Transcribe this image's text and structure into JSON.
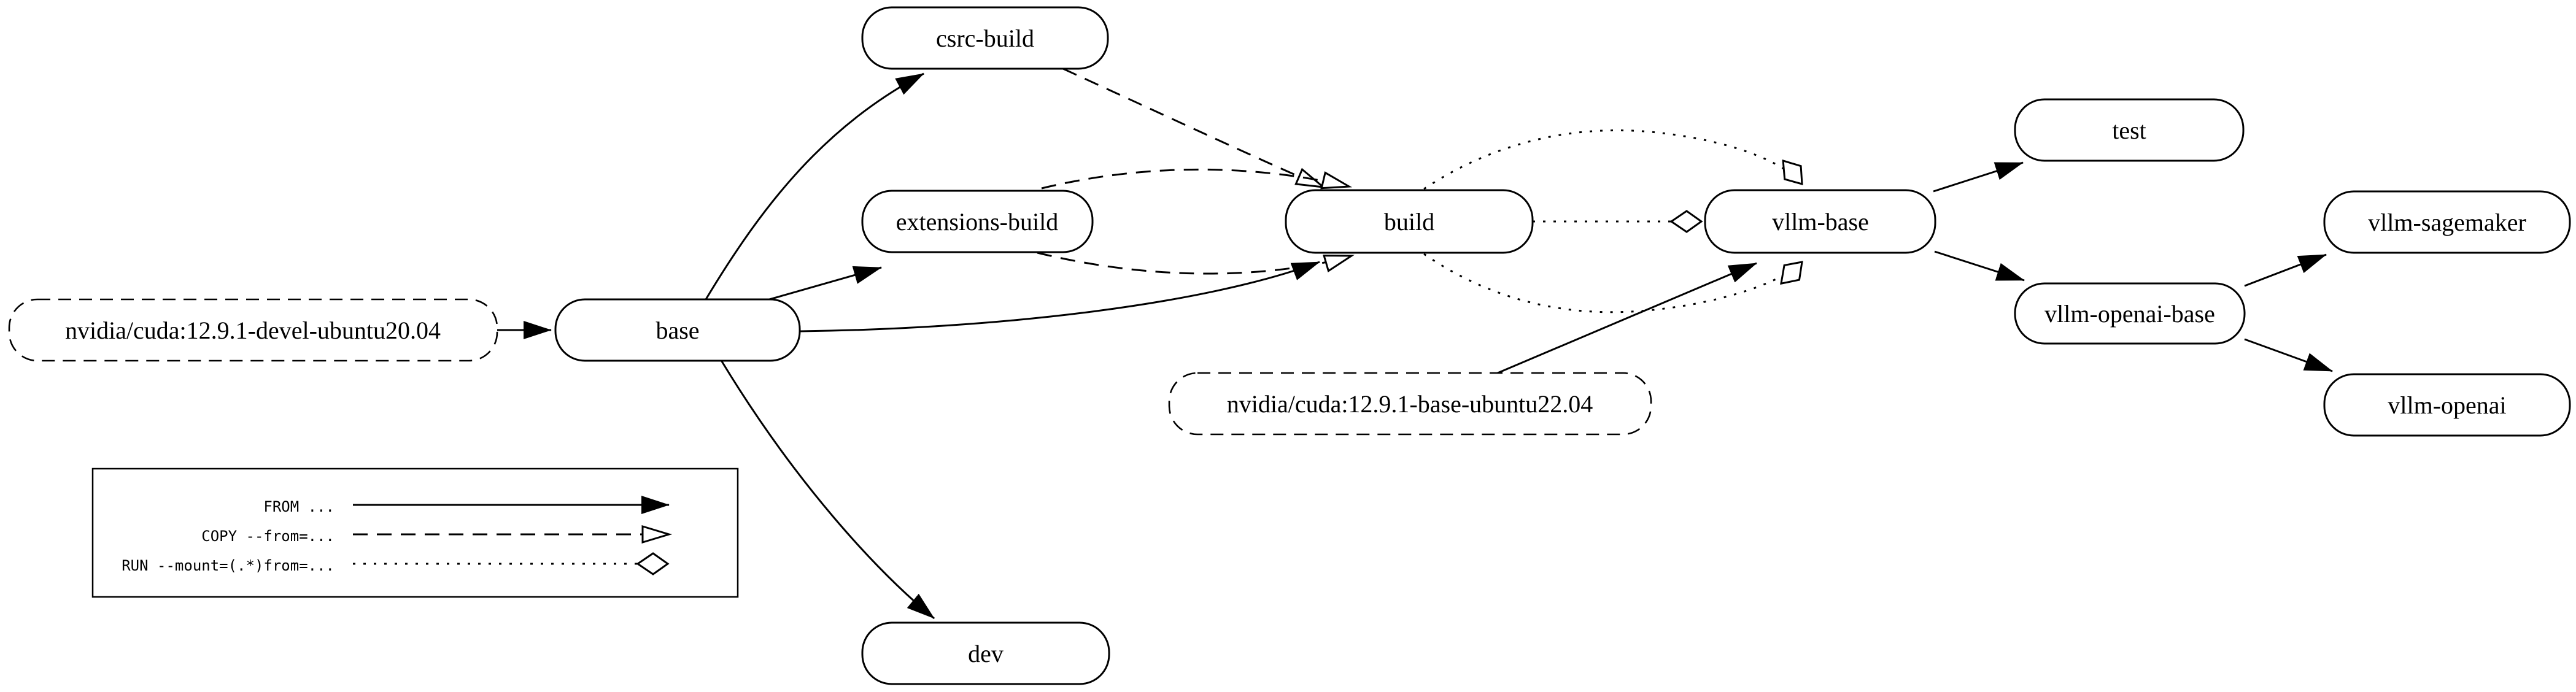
{
  "diagram": {
    "kind": "docker-stage-dependency-graph",
    "nodes": [
      {
        "id": "nvidia-cuda-devel",
        "label": "nvidia/cuda:12.9.1-devel-ubuntu20.04",
        "border": "dashed",
        "fill": "#ffffff"
      },
      {
        "id": "base",
        "label": "base",
        "border": "solid",
        "fill": "#ffffff"
      },
      {
        "id": "csrc-build",
        "label": "csrc-build",
        "border": "solid",
        "fill": "#ffffff"
      },
      {
        "id": "extensions-build",
        "label": "extensions-build",
        "border": "solid",
        "fill": "#ffffff"
      },
      {
        "id": "build",
        "label": "build",
        "border": "solid",
        "fill": "#ffffff"
      },
      {
        "id": "vllm-base",
        "label": "vllm-base",
        "border": "solid",
        "fill": "#ffffff"
      },
      {
        "id": "nvidia-cuda-base",
        "label": "nvidia/cuda:12.9.1-base-ubuntu22.04",
        "border": "dashed",
        "fill": "#ffffff"
      },
      {
        "id": "test",
        "label": "test",
        "border": "solid",
        "fill": "#ffffff"
      },
      {
        "id": "vllm-sagemaker",
        "label": "vllm-sagemaker",
        "border": "solid",
        "fill": "#ffffff"
      },
      {
        "id": "vllm-openai-base",
        "label": "vllm-openai-base",
        "border": "solid",
        "fill": "#ffffff"
      },
      {
        "id": "vllm-openai",
        "label": "vllm-openai",
        "border": "solid",
        "fill": "#e3e3e3"
      },
      {
        "id": "dev",
        "label": "dev",
        "border": "solid",
        "fill": "#ffffff"
      }
    ],
    "edges": [
      {
        "from": "nvidia-cuda-devel",
        "to": "base",
        "type": "FROM",
        "style": "solid"
      },
      {
        "from": "base",
        "to": "csrc-build",
        "type": "FROM",
        "style": "solid"
      },
      {
        "from": "base",
        "to": "extensions-build",
        "type": "FROM",
        "style": "solid"
      },
      {
        "from": "base",
        "to": "build",
        "type": "FROM",
        "style": "solid"
      },
      {
        "from": "base",
        "to": "dev",
        "type": "FROM",
        "style": "solid"
      },
      {
        "from": "csrc-build",
        "to": "build",
        "type": "COPY --from=...",
        "style": "dashed"
      },
      {
        "from": "extensions-build",
        "to": "build",
        "type": "COPY --from=...",
        "style": "dashed"
      },
      {
        "from": "extensions-build",
        "to": "build",
        "type": "COPY --from=...",
        "style": "dashed"
      },
      {
        "from": "build",
        "to": "vllm-base",
        "type": "RUN --mount=(.*)from=...",
        "style": "dotted"
      },
      {
        "from": "build",
        "to": "vllm-base",
        "type": "RUN --mount=(.*)from=...",
        "style": "dotted"
      },
      {
        "from": "build",
        "to": "vllm-base",
        "type": "RUN --mount=(.*)from=...",
        "style": "dotted"
      },
      {
        "from": "nvidia-cuda-base",
        "to": "vllm-base",
        "type": "FROM",
        "style": "solid"
      },
      {
        "from": "vllm-base",
        "to": "test",
        "type": "FROM",
        "style": "solid"
      },
      {
        "from": "vllm-base",
        "to": "vllm-openai-base",
        "type": "FROM",
        "style": "solid"
      },
      {
        "from": "vllm-openai-base",
        "to": "vllm-sagemaker",
        "type": "FROM",
        "style": "solid"
      },
      {
        "from": "vllm-openai-base",
        "to": "vllm-openai",
        "type": "FROM",
        "style": "solid"
      }
    ],
    "legend": {
      "items": [
        {
          "label": "FROM ...",
          "line": "solid",
          "arrowhead": "filled-triangle"
        },
        {
          "label": "COPY --from=...",
          "line": "dashed",
          "arrowhead": "open-triangle"
        },
        {
          "label": "RUN --mount=(.*)from=...",
          "line": "dotted",
          "arrowhead": "open-diamond"
        }
      ]
    },
    "colors": {
      "background": "#ffffff",
      "stroke": "#000000",
      "text": "#000000",
      "highlight_fill": "#e3e3e3"
    }
  }
}
